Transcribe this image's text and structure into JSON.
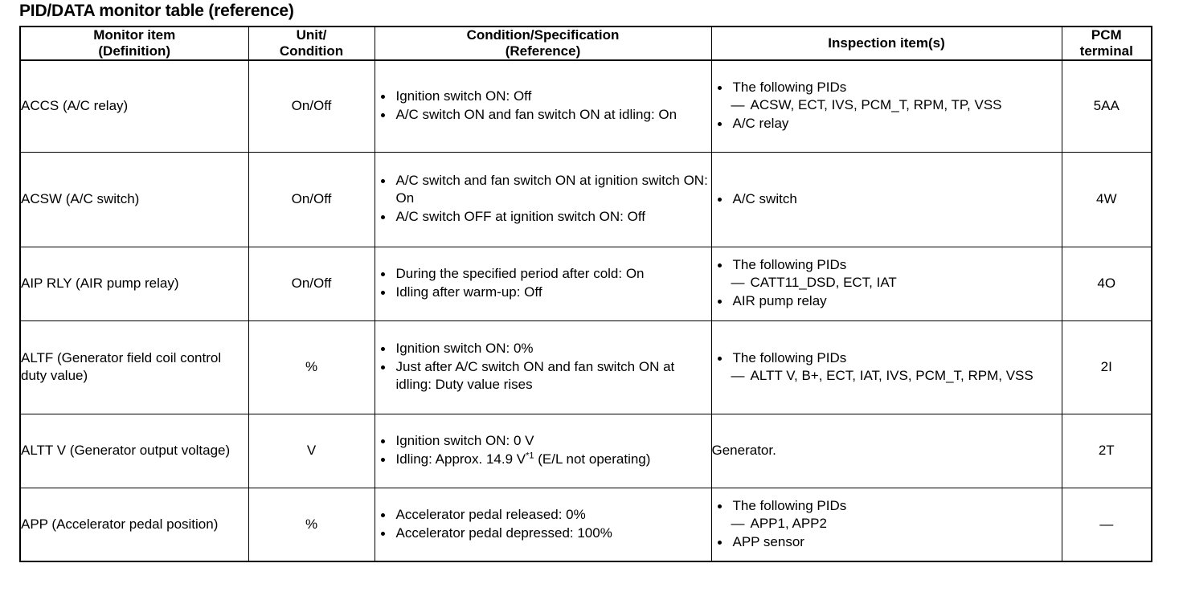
{
  "document": {
    "title": "PID/DATA monitor table (reference)"
  },
  "table": {
    "headers": {
      "monitor_item": {
        "line1": "Monitor item",
        "line2": "(Definition)"
      },
      "unit_condition": {
        "line1": "Unit/",
        "line2": "Condition"
      },
      "condition_spec": {
        "line1": "Condition/Specification",
        "line2": "(Reference)"
      },
      "inspection_items": {
        "line1": "Inspection item(s)"
      },
      "pcm_terminal": {
        "line1": "PCM",
        "line2": "terminal"
      }
    },
    "rows": [
      {
        "monitor_item": "ACCS (A/C relay)",
        "unit": "On/Off",
        "conditions": [
          {
            "text": "Ignition switch ON: Off"
          },
          {
            "text": "A/C switch ON and fan switch ON at idling: On"
          }
        ],
        "inspection": [
          {
            "text": "The following PIDs",
            "sub": "ACSW, ECT, IVS, PCM_T, RPM, TP, VSS"
          },
          {
            "text": "A/C relay"
          }
        ],
        "pcm_terminal": "5AA"
      },
      {
        "monitor_item": "ACSW (A/C switch)",
        "unit": "On/Off",
        "conditions": [
          {
            "text": "A/C switch and fan switch ON at ignition switch ON: On"
          },
          {
            "text": "A/C switch OFF at ignition switch ON: Off"
          }
        ],
        "inspection": [
          {
            "text": "A/C switch"
          }
        ],
        "pcm_terminal": "4W"
      },
      {
        "monitor_item": "AIP RLY (AIR pump relay)",
        "unit": "On/Off",
        "conditions": [
          {
            "text": "During the specified period after cold: On"
          },
          {
            "text": "Idling after warm-up: Off"
          }
        ],
        "inspection": [
          {
            "text": "The following PIDs",
            "sub": "CATT11_DSD, ECT, IAT"
          },
          {
            "text": "AIR pump relay"
          }
        ],
        "pcm_terminal": "4O"
      },
      {
        "monitor_item": "ALTF (Generator field coil control duty value)",
        "unit": "%",
        "conditions": [
          {
            "text": "Ignition switch ON: 0%"
          },
          {
            "text": "Just after A/C switch ON and fan switch ON at idling: Duty value rises"
          }
        ],
        "inspection": [
          {
            "text": "The following PIDs",
            "sub": "ALTT V, B+, ECT, IAT, IVS, PCM_T, RPM, VSS"
          }
        ],
        "pcm_terminal": "2I"
      },
      {
        "monitor_item": "ALTT V (Generator output voltage)",
        "unit": "V",
        "conditions": [
          {
            "text": "Ignition switch ON: 0 V"
          },
          {
            "text_before_note": "Idling: Approx. 14.9 V",
            "note": "*1",
            "text_after_note": " (E/L not operating)"
          }
        ],
        "inspection_plain": "Generator.",
        "pcm_terminal": "2T"
      },
      {
        "monitor_item": "APP (Accelerator pedal position)",
        "unit": "%",
        "conditions": [
          {
            "text": "Accelerator pedal released: 0%"
          },
          {
            "text": "Accelerator pedal depressed: 100%"
          }
        ],
        "inspection": [
          {
            "text": "The following PIDs",
            "sub": "APP1, APP2"
          },
          {
            "text": "APP sensor"
          }
        ],
        "pcm_terminal": "—"
      }
    ]
  }
}
